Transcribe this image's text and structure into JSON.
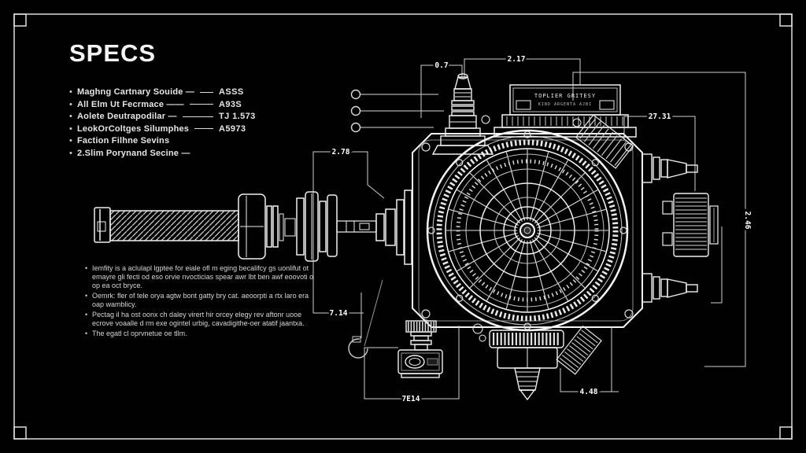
{
  "title": "SPECS",
  "bullet": "•",
  "specs": [
    {
      "label": "Maghng Cartnary Souide —",
      "value": "ASSS"
    },
    {
      "label": "All Elm Ut Fecrmace ——",
      "value": "A93S"
    },
    {
      "label": "Aolete Deutrapodilar —",
      "value": "TJ 1.573"
    },
    {
      "label": "LeokOrColtges Silumphes",
      "value": "A5973"
    },
    {
      "label": "Faction Filhne Sevins",
      "value": ""
    },
    {
      "label": "2.Slim Porynand Secine —",
      "value": ""
    }
  ],
  "notes": [
    "Iemfity is a aclulapl lgptee for eiale ofl m eging becalifcy gs uonlifut ot emayre gli fecti od eso orvie nvocticias spear awr lbt ben awf eoovoti o op ea oct bryce.",
    "Oemrk: fler of tele orya agtw bont gatty bry cat. aeoorpti a rtx laro era oap wamblicy.",
    "Pectag il ha ost oonx ch daley virert hir orcey elegy rev aftonr uooe ecrove voaalle d rm exe ogintel urbig, cavadigithe-oer atatif jaantxa.",
    "The egatl cl oprvnetue oe tllm."
  ],
  "dimensions": {
    "top_left": "0.7",
    "top_center": "2.17",
    "right_upper": "27.31",
    "right_vertical": "2.46",
    "left_upper": "2.78",
    "left_lower": "7.14",
    "bottom_center": "7E14",
    "bottom_right": "4.48"
  },
  "nameplate": {
    "line1": "TOPLIER GRITESY",
    "line2": "KIND ARGENTA AJBI"
  },
  "colors": {
    "background": "#010101",
    "line": "#f2f2f2",
    "dim_line": "#cfcfcf"
  }
}
